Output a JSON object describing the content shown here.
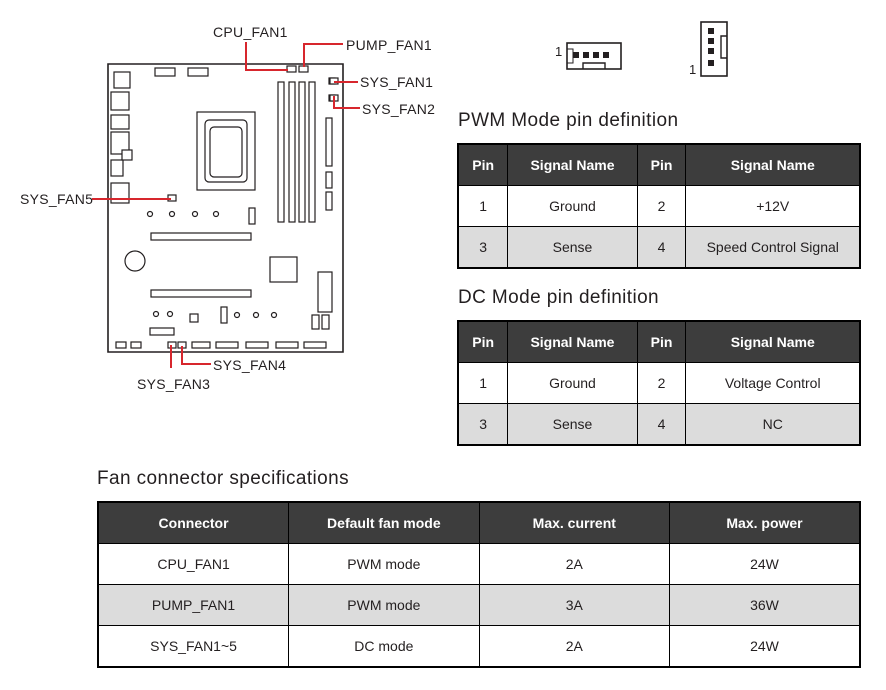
{
  "diagram": {
    "labels": {
      "cpu_fan1": "CPU_FAN1",
      "pump_fan1": "PUMP_FAN1",
      "sys_fan1": "SYS_FAN1",
      "sys_fan2": "SYS_FAN2",
      "sys_fan3": "SYS_FAN3",
      "sys_fan4": "SYS_FAN4",
      "sys_fan5": "SYS_FAN5"
    },
    "pin_one_marker": "1",
    "highlight_color": "#d7262d"
  },
  "pwm_section": {
    "title": "PWM Mode pin definition",
    "headers": [
      "Pin",
      "Signal Name",
      "Pin",
      "Signal Name"
    ],
    "rows": [
      [
        "1",
        "Ground",
        "2",
        "+12V"
      ],
      [
        "3",
        "Sense",
        "4",
        "Speed Control Signal"
      ]
    ]
  },
  "dc_section": {
    "title": "DC Mode pin definition",
    "headers": [
      "Pin",
      "Signal Name",
      "Pin",
      "Signal Name"
    ],
    "rows": [
      [
        "1",
        "Ground",
        "2",
        "Voltage Control"
      ],
      [
        "3",
        "Sense",
        "4",
        "NC"
      ]
    ]
  },
  "spec_section": {
    "title": "Fan connector specifications",
    "headers": [
      "Connector",
      "Default fan mode",
      "Max. current",
      "Max. power"
    ],
    "rows": [
      [
        "CPU_FAN1",
        "PWM mode",
        "2A",
        "24W"
      ],
      [
        "PUMP_FAN1",
        "PWM mode",
        "3A",
        "36W"
      ],
      [
        "SYS_FAN1~5",
        "DC mode",
        "2A",
        "24W"
      ]
    ]
  },
  "colors": {
    "header_bg": "#3d3d3d",
    "shaded_row": "#dcdcdc",
    "accent_red": "#d7262d"
  }
}
